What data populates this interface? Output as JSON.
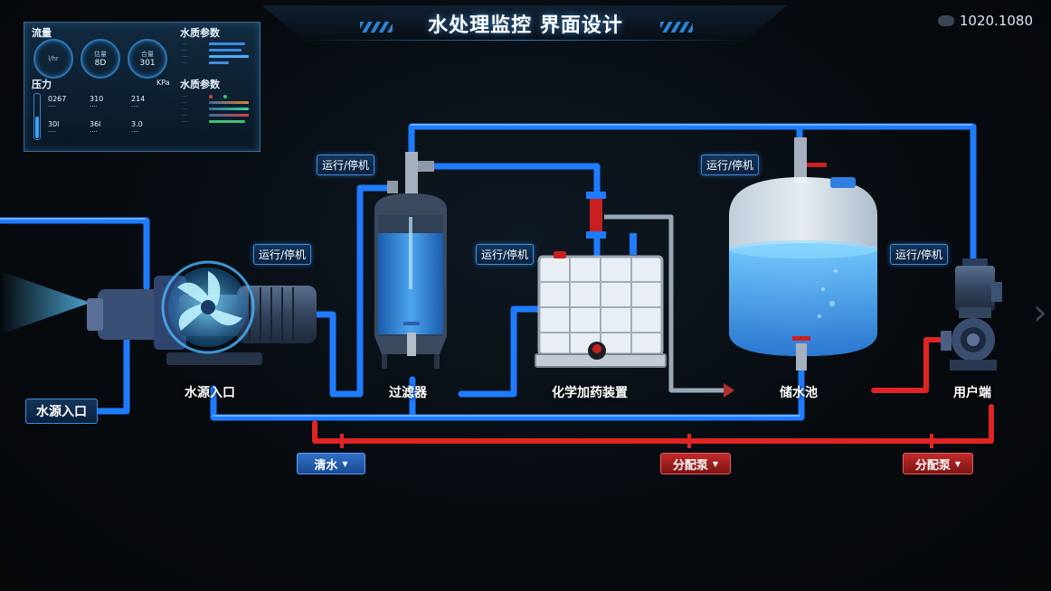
{
  "header": {
    "title": "水处理监控 界面设计",
    "resolution": "1020.1080"
  },
  "panel": {
    "flow_label": "流量",
    "pressure_label": "压力",
    "water_params_label": "水质参数",
    "water_quality_label": "水质参数",
    "gauges": [
      {
        "unit": "l/hr",
        "value": ""
      },
      {
        "unit": "估量",
        "value": "8D"
      },
      {
        "unit": "合量",
        "value": "301"
      }
    ],
    "gauge_side_unit": "KPa",
    "pressure_metrics": [
      {
        "value": "0267",
        "unit": ""
      },
      {
        "value": "310",
        "unit": ""
      },
      {
        "value": "214",
        "unit": ""
      },
      {
        "value": "30l",
        "unit": ""
      },
      {
        "value": "36l",
        "unit": ""
      },
      {
        "value": "3.0",
        "unit": ""
      }
    ]
  },
  "tags": {
    "pump_status": "运行/停机",
    "filter_status": "运行/停机",
    "chem_status": "运行/停机",
    "tank_status": "运行/停机",
    "user_status": "运行/停机"
  },
  "nodes": {
    "source": "水源入口",
    "pump": "水源入口",
    "filter": "过滤器",
    "chem": "化学加药装置",
    "tank": "储水池",
    "user": "用户端"
  },
  "dropdowns": {
    "clean_water": "清水",
    "dist_pump_1": "分配泵",
    "dist_pump_2": "分配泵"
  },
  "colors": {
    "blue_pipe": "#1f7cff",
    "red_pipe": "#e02424",
    "accent": "#2f8fe6"
  }
}
